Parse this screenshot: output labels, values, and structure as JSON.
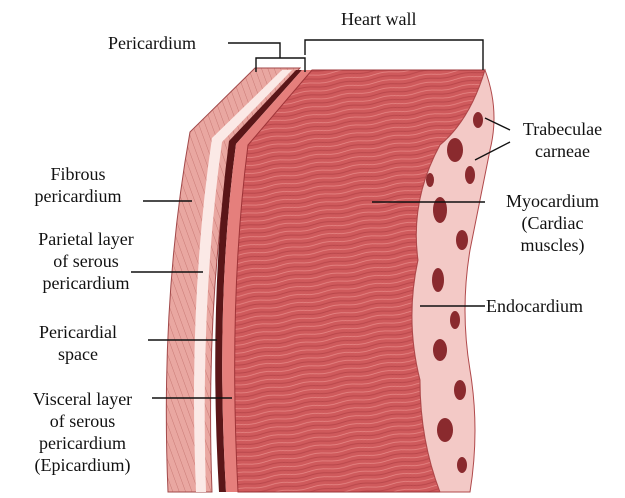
{
  "labels": {
    "heart_wall": "Heart wall",
    "pericardium": "Pericardium",
    "fibrous": [
      "Fibrous",
      "pericardium"
    ],
    "parietal": [
      "Parietal layer",
      "of serous",
      "pericardium"
    ],
    "pericardial_space": [
      "Pericardial",
      "space"
    ],
    "visceral": [
      "Visceral layer",
      "of serous",
      "pericardium",
      "(Epicardium)"
    ],
    "trabeculae": [
      "Trabeculae",
      "carneae"
    ],
    "myocardium": [
      "Myocardium",
      "(Cardiac",
      "muscles)"
    ],
    "endocardium": "Endocardium"
  },
  "colors": {
    "muscle": "#cf5a5c",
    "muscle_dark": "#a8383c",
    "pericardium_layer": "#e89a95",
    "endocardium": "#f3c9c6",
    "line": "#111111"
  }
}
